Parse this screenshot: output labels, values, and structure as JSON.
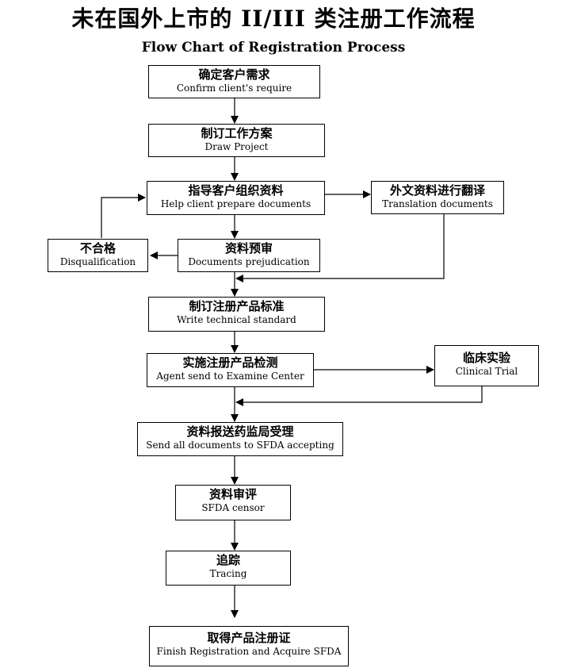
{
  "title": "未在国外上市的 II/III 类注册工作流程",
  "subtitle": "Flow Chart of Registration Process",
  "steps": [
    {
      "cn": "确定客户需求",
      "en": "Confirm client's require"
    },
    {
      "cn": "制订工作方案",
      "en": "Draw Project"
    },
    {
      "cn": "指导客户组织资料",
      "en": "Help client prepare documents"
    },
    {
      "cn": "外文资料进行翻译",
      "en": "Translation documents"
    },
    {
      "cn": "不合格",
      "en": "Disqualification"
    },
    {
      "cn": "资料预审",
      "en": "Documents prejudication"
    },
    {
      "cn": "制订注册产品标准",
      "en": "Write technical standard"
    },
    {
      "cn": "实施注册产品检测",
      "en": "Agent send to Examine Center"
    },
    {
      "cn": "临床实验",
      "en": "Clinical Trial"
    },
    {
      "cn": "资料报送药监局受理",
      "en": "Send all documents to SFDA accepting"
    },
    {
      "cn": "资料审评",
      "en": "SFDA censor"
    },
    {
      "cn": "追踪",
      "en": "Tracing"
    },
    {
      "cn": "取得产品注册证",
      "en": "Finish Registration and Acquire SFDA"
    }
  ]
}
